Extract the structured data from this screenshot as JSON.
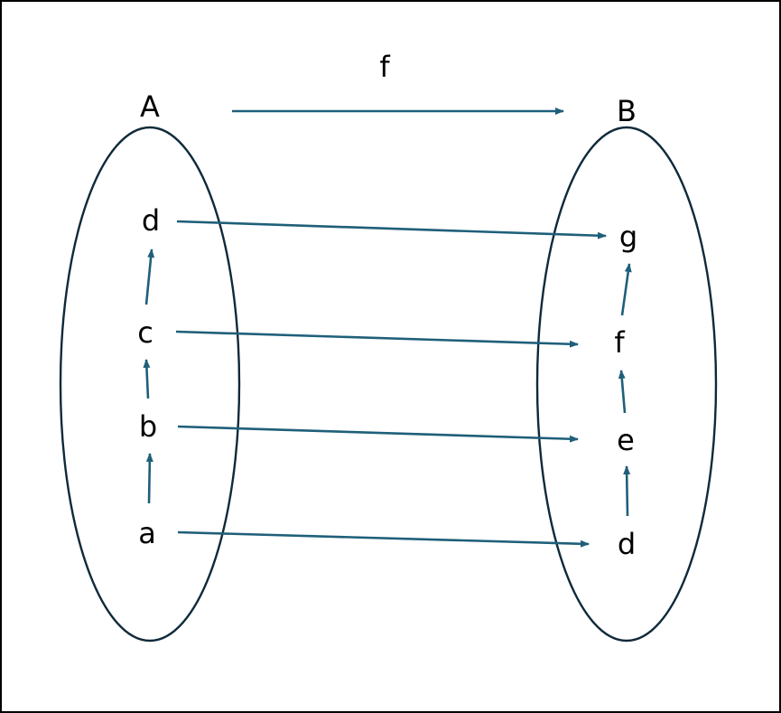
{
  "function_label": "f",
  "set_a": {
    "label": "A",
    "elements": [
      "a",
      "b",
      "c",
      "d"
    ]
  },
  "set_b": {
    "label": "B",
    "elements": [
      "d",
      "e",
      "f",
      "g"
    ]
  },
  "colors": {
    "outline": "#0f2a3a",
    "arrow": "#1f5f7a",
    "text": "#000000",
    "frame": "#000000"
  }
}
